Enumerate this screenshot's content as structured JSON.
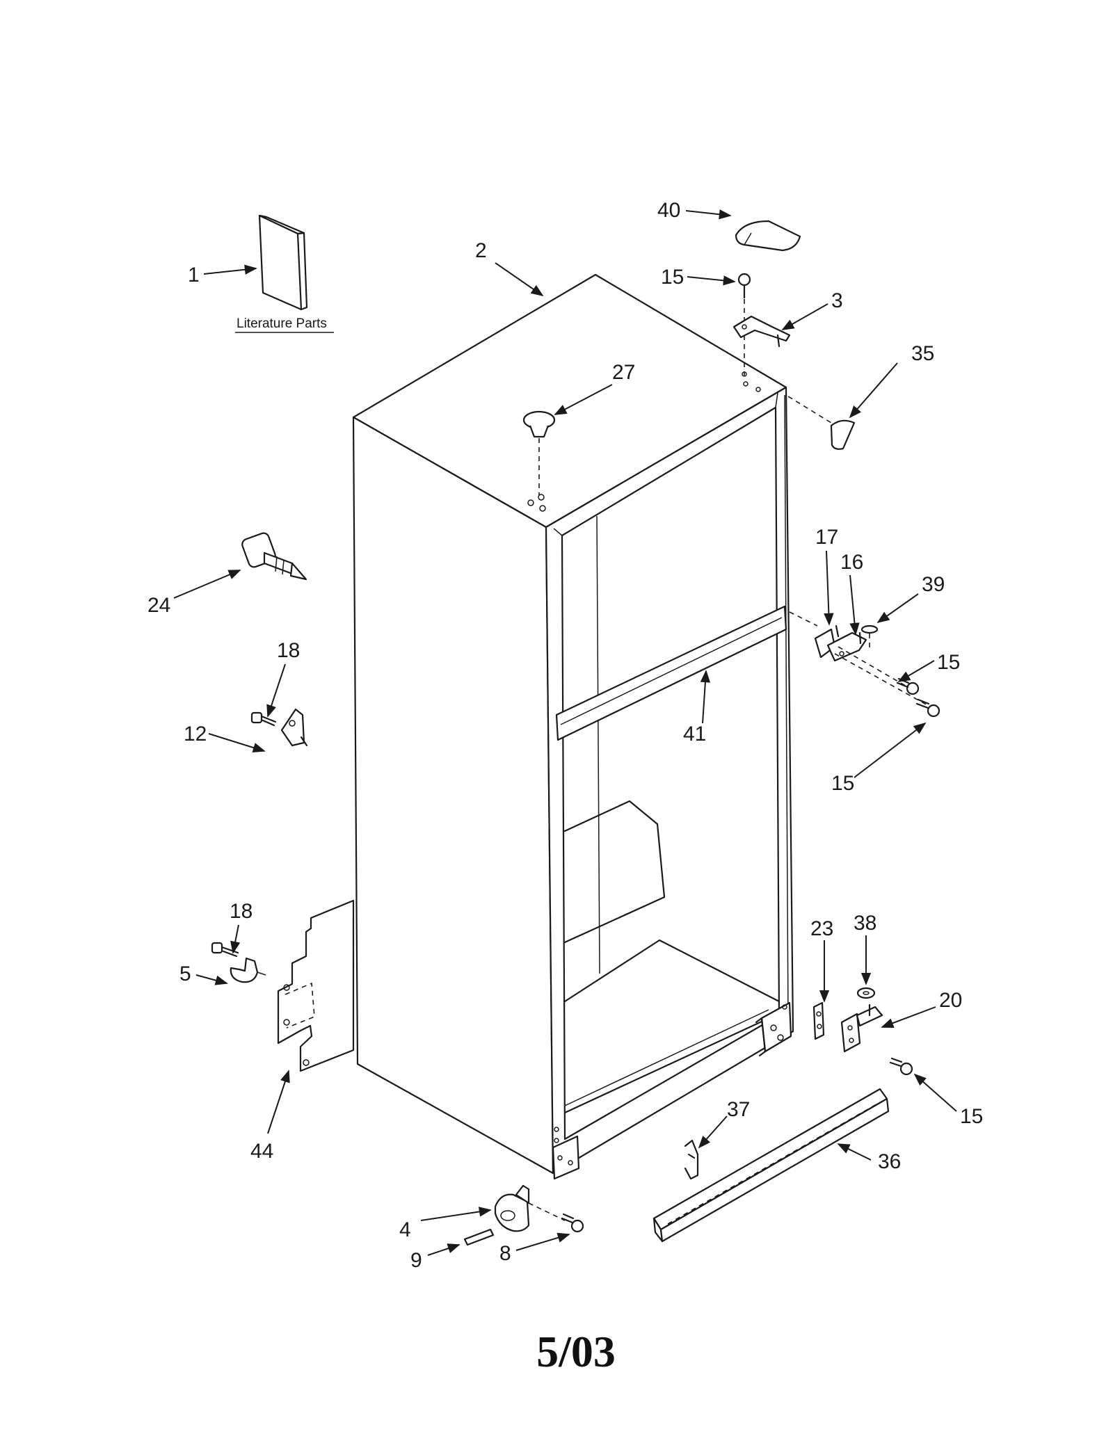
{
  "diagram": {
    "literature_label": "Literature Parts",
    "date_code": "5/03",
    "callouts": {
      "c1": "1",
      "c2": "2",
      "c3": "3",
      "c4": "4",
      "c5": "5",
      "c8": "8",
      "c9": "9",
      "c12": "12",
      "c15a": "15",
      "c15b": "15",
      "c15c": "15",
      "c15d": "15",
      "c16": "16",
      "c17": "17",
      "c18a": "18",
      "c18b": "18",
      "c20": "20",
      "c23": "23",
      "c24": "24",
      "c27": "27",
      "c35": "35",
      "c36": "36",
      "c37": "37",
      "c38": "38",
      "c39": "39",
      "c40": "40",
      "c41": "41",
      "c44": "44"
    }
  }
}
